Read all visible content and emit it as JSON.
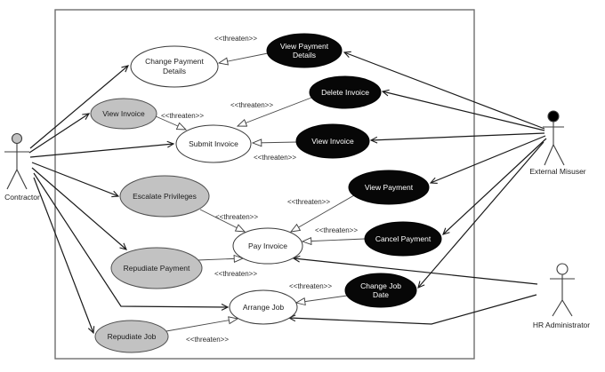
{
  "labels": {
    "threaten": "<<threaten>>"
  },
  "actors": {
    "contractor": {
      "label": "Contractor"
    },
    "external_misuser": {
      "label": "External Misuser"
    },
    "hr_administrator": {
      "label": "HR Administrator"
    }
  },
  "use_cases": {
    "change_payment_details": {
      "lines": [
        "Change Payment",
        "Details"
      ],
      "style": "white"
    },
    "view_invoice": {
      "label": "View Invoice",
      "style": "gray"
    },
    "submit_invoice": {
      "label": "Submit Invoice",
      "style": "white"
    },
    "escalate_privileges": {
      "label": "Escalate Privileges",
      "style": "gray"
    },
    "pay_invoice": {
      "label": "Pay Invoice",
      "style": "white"
    },
    "repudiate_payment": {
      "label": "Repudiate Payment",
      "style": "gray"
    },
    "arrange_job": {
      "label": "Arrange Job",
      "style": "white"
    },
    "repudiate_job": {
      "label": "Repudiate Job",
      "style": "gray"
    }
  },
  "misuse_cases": {
    "view_payment_details": {
      "lines": [
        "View Payment",
        "Details"
      ],
      "style": "black"
    },
    "delete_invoice": {
      "label": "Delete Invoice",
      "style": "black"
    },
    "view_invoice": {
      "label": "View Invoice",
      "style": "black"
    },
    "view_payment": {
      "label": "View Payment",
      "style": "black"
    },
    "cancel_payment": {
      "label": "Cancel Payment",
      "style": "black"
    },
    "change_job_date": {
      "lines": [
        "Change Job",
        "Date"
      ],
      "style": "black"
    }
  },
  "colors": {
    "usecase_fill": "#ffffff",
    "vulnerable_fill": "#c2c2c2",
    "misuse_fill": "#070707",
    "line": "#1a1a1a",
    "background": "#ffffff"
  }
}
